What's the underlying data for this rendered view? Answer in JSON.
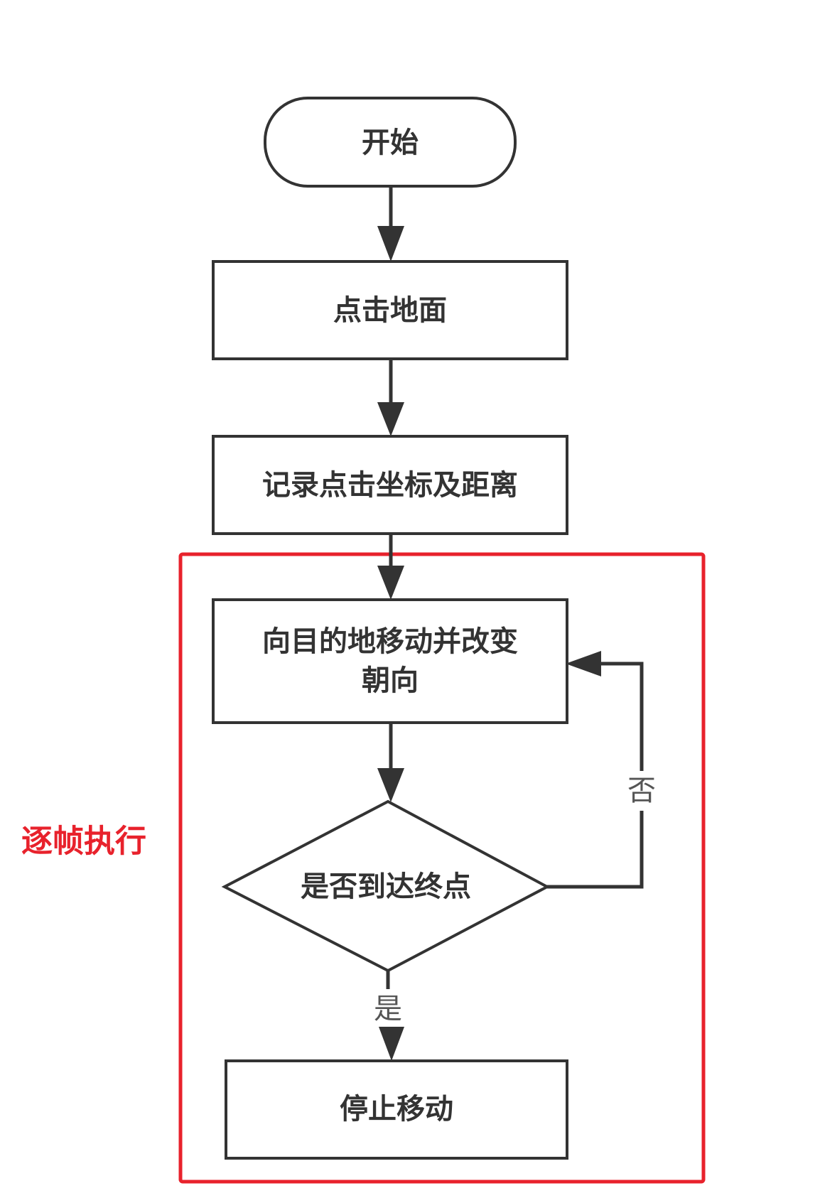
{
  "diagram": {
    "nodes": {
      "start": {
        "label": "开始"
      },
      "click_ground": {
        "label": "点击地面"
      },
      "record": {
        "label": "记录点击坐标及距离"
      },
      "move": {
        "label_line1": "向目的地移动并改变",
        "label_line2": "朝向"
      },
      "decision": {
        "label": "是否到达终点"
      },
      "stop": {
        "label": "停止移动"
      }
    },
    "edges": {
      "no_label": "否",
      "yes_label": "是"
    },
    "annotation": {
      "label": "逐帧执行",
      "color": "#e8222c"
    }
  }
}
